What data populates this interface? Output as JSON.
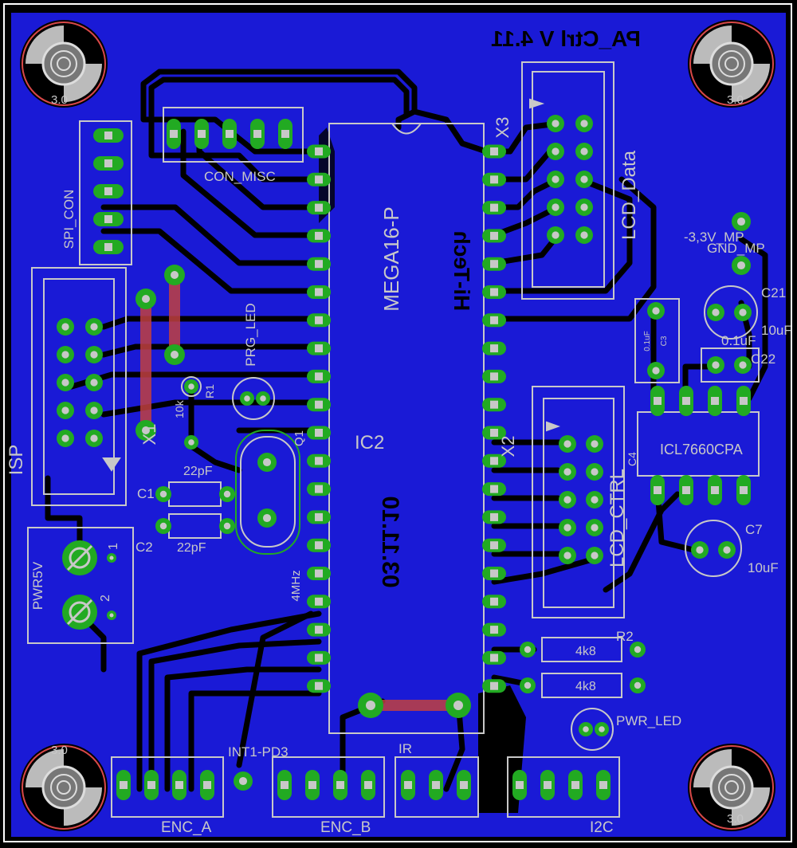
{
  "board": {
    "colors": {
      "background": "#000000",
      "copper": "#1a1ad6",
      "border": "#ffffff",
      "trace": "#000000",
      "pad": "#22aa22",
      "hole": "#c8c8c8",
      "silk": "#c8c8c8",
      "via": "#d84848",
      "mount": "#bbbbbb"
    }
  },
  "texts": {
    "title_mirrored": "PA_Ctrl V 4.11",
    "mega_mirrored": "Hi-Tech",
    "ic2_mirrored": "03.11.10",
    "ic2_part": "MEGA16-P",
    "ic2_name": "IC2",
    "x3": "X3",
    "x2": "X2",
    "x1": "X1",
    "lcd_data": "LCD_Data",
    "lcd_ctrl": "LCD_CTRL",
    "con_misc": "CON_MISC",
    "spi_con": "SPI_CON",
    "isp": "ISP",
    "prg_led": "PRG_LED",
    "pwr_led": "PWR_LED",
    "pwr5v": "PWR5V",
    "pwr_pin1": "1",
    "pwr_pin2": "2",
    "c1": "C1",
    "c2": "C2",
    "c1_val": "22pF",
    "c2_val": "22pF",
    "q1": "Q1",
    "q1_val": "4MHz",
    "r1": "R1",
    "r1_val": "10k",
    "r2": "R2",
    "r2_val": "4k8",
    "r3_val": "4k8",
    "c3": "C3",
    "c3_val": "0.1uF",
    "c4": "C4",
    "c7": "C7",
    "c7_val": "10uF",
    "c21": "C21",
    "c21_val": "10uF",
    "c22": "C22",
    "c22_val": "0.1uF",
    "icl": "ICL7660CPA",
    "minus33": "-3,3V_MP",
    "gnd_mp": "GND_MP",
    "enc_a": "ENC_A",
    "enc_b": "ENC_B",
    "int1": "INT1-PD3",
    "ir": "IR",
    "i2c": "I2C",
    "hole_lbl": "3.0"
  }
}
